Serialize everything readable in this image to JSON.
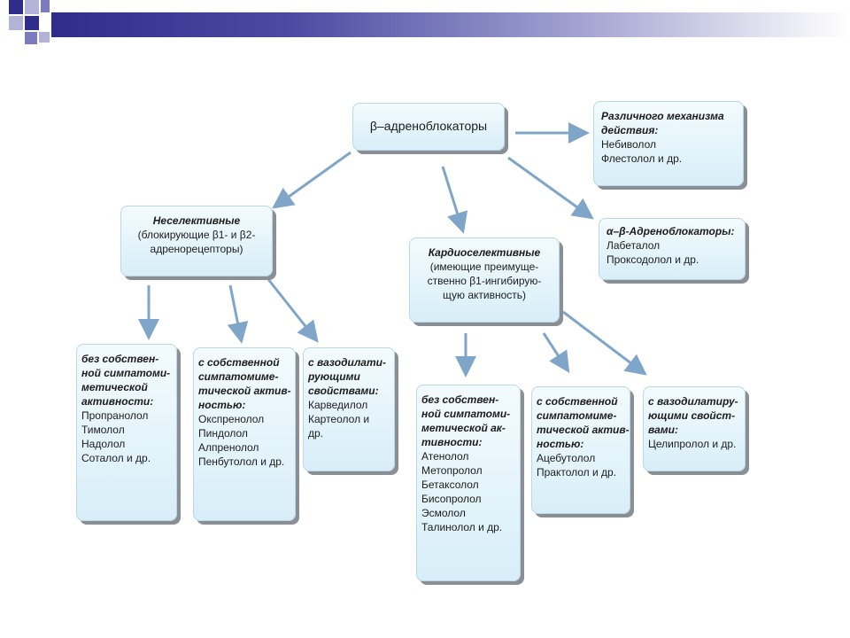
{
  "colors": {
    "header_dark": "#2e2e8a",
    "box_fill": "#d8eef8",
    "box_shadow": "#8a8f96",
    "arrow": "#7fa6c9"
  },
  "diagram": {
    "root": "β–адреноблокаторы",
    "various": {
      "title": "Различного механизма",
      "title2": "действия:",
      "items": [
        "Небиволол",
        "Флестолол и др."
      ]
    },
    "alpha_beta": {
      "title": "α–β-Адреноблокаторы:",
      "items": [
        "Лабеталол",
        "Проксодолол и др."
      ]
    },
    "nonselective": {
      "title": "Неселективные",
      "desc": [
        "(блокирующие β1- и β2-",
        "адренорецепторы)"
      ]
    },
    "cardioselective": {
      "title": "Кардиоселективные",
      "desc": [
        "(имеющие преимуще-",
        "ственно β1-ингибирую-",
        "щую активность)"
      ]
    },
    "ns_no_isa": {
      "title": [
        "без собствен-",
        "ной симпатоми-",
        "метической",
        "активности:"
      ],
      "items": [
        "Пропранолол",
        "Тимолол",
        "Надолол",
        "Соталол и др."
      ]
    },
    "ns_isa": {
      "title": [
        "с собственной",
        "симпатомиме-",
        "тической актив-",
        "ностью:"
      ],
      "items": [
        "Окспренолол",
        "Пиндолол",
        "Алпренолол",
        "Пенбутолол и др."
      ]
    },
    "ns_vaso": {
      "title": [
        "с вазодилати-",
        "рующими",
        "свойствами:"
      ],
      "items": [
        "Карведилол",
        "Картеолол и",
        "др."
      ]
    },
    "cs_no_isa": {
      "title": [
        "без собствен-",
        "ной симпатоми-",
        "метической ак-",
        "тивности:"
      ],
      "items": [
        "Атенолол",
        "Метопролол",
        "Бетаксолол",
        "Бисопролол",
        "Эсмолол",
        "Талинолол и др."
      ]
    },
    "cs_isa": {
      "title": [
        "с собственной",
        "симпатомиме-",
        "тической актив-",
        "ностью:"
      ],
      "items": [
        "Ацебутолол",
        "Практолол и др."
      ]
    },
    "cs_vaso": {
      "title": [
        "с вазодилатиру-",
        "ющими свойст-",
        "вами:"
      ],
      "items": [
        "Целипролол и др."
      ]
    }
  }
}
